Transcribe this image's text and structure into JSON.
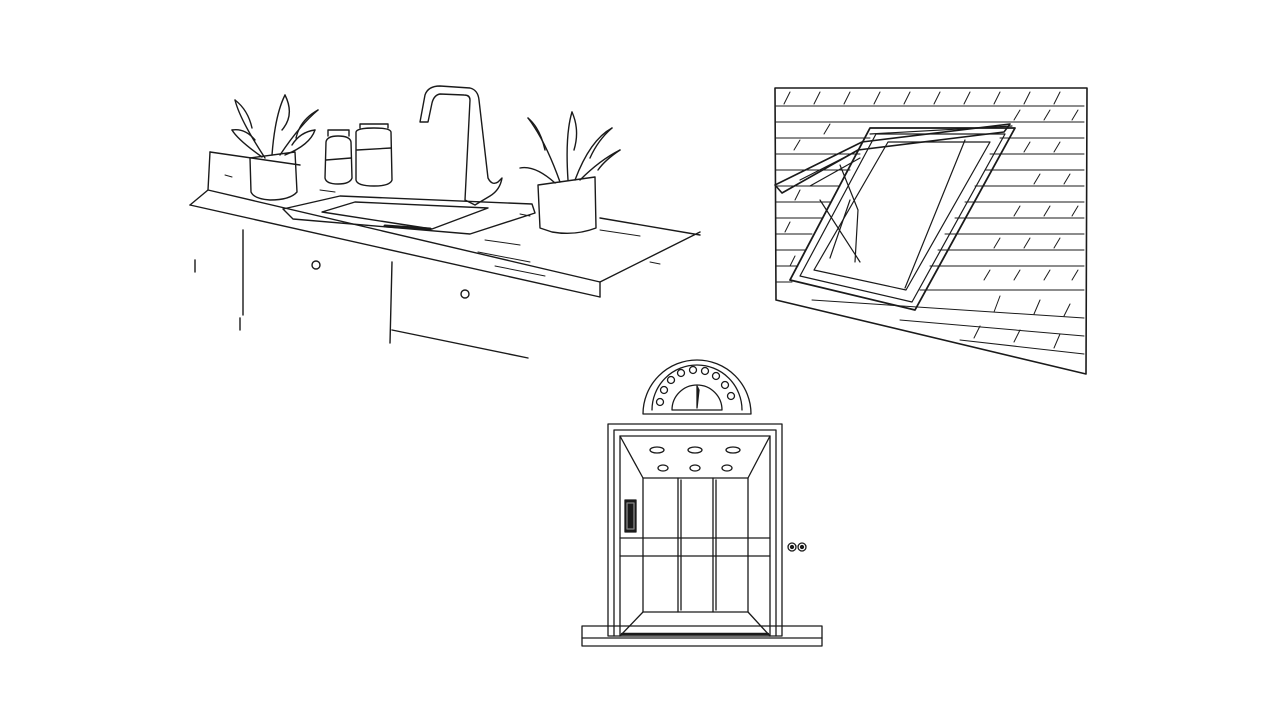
{
  "illustrations": [
    {
      "id": "kitchen-sink",
      "icon": "kitchen-sink-illustration"
    },
    {
      "id": "skylight",
      "icon": "roof-skylight-window-illustration"
    },
    {
      "id": "elevator",
      "icon": "elevator-illustration"
    }
  ],
  "colors": {
    "ink": "#1a1a1a",
    "background": "#ffffff"
  }
}
